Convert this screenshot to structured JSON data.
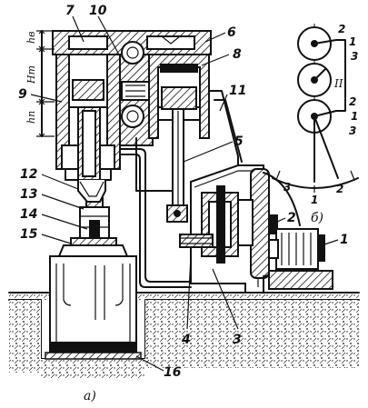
{
  "figure": {
    "part_a_caption": "а)",
    "part_b_caption": "б)"
  },
  "part_labels": [
    "1",
    "2",
    "3",
    "4",
    "5",
    "6",
    "7",
    "8",
    "9",
    "10",
    "11",
    "12",
    "13",
    "14",
    "15",
    "16"
  ],
  "dimensions": {
    "h_top": "hв",
    "h_middle": "Hm",
    "h_bottom": "hn"
  },
  "scheme_b": {
    "top_labels": [
      "2",
      "1",
      "3"
    ],
    "mid_label": "II",
    "lower_labels": [
      "2",
      "1",
      "3"
    ],
    "arc_labels": [
      "3",
      "1",
      "2"
    ]
  }
}
